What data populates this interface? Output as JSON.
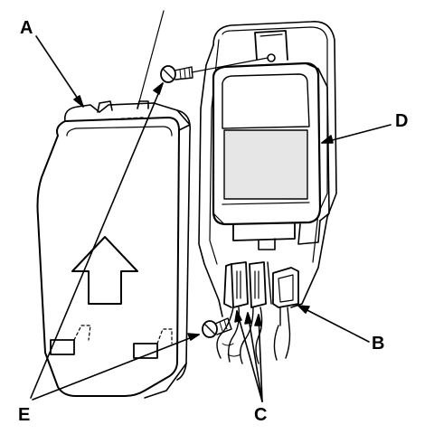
{
  "callouts": {
    "a": "A",
    "b": "B",
    "c": "C",
    "d": "D",
    "e": "E"
  },
  "colors": {
    "line": "#000000",
    "shade": "#e6e6e6",
    "background": "#ffffff"
  }
}
